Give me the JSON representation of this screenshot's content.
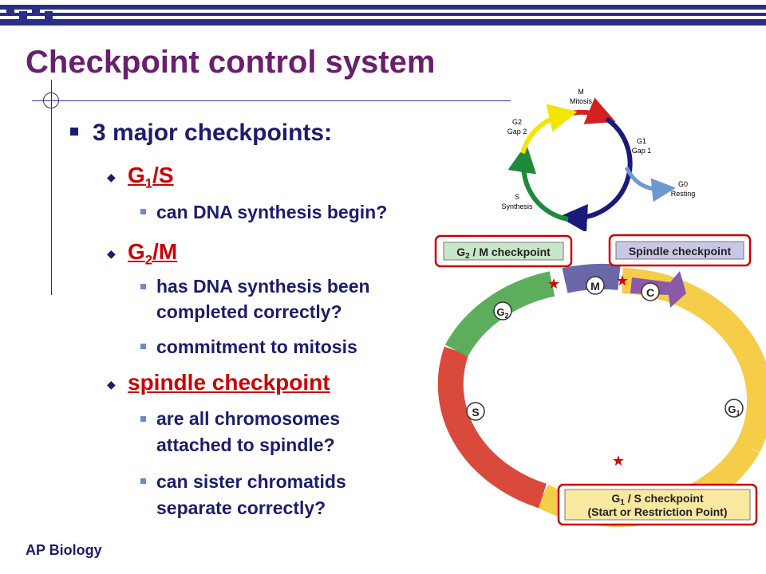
{
  "slide": {
    "title": "Checkpoint control system",
    "footer": "AP Biology"
  },
  "content": {
    "heading": "3 major checkpoints:",
    "items": [
      {
        "label_main": "G",
        "label_sub": "1",
        "label_rest": "/S",
        "details": [
          "can DNA synthesis begin?"
        ]
      },
      {
        "label_main": "G",
        "label_sub": "2",
        "label_rest": "/M",
        "details": [
          "has DNA synthesis been",
          "completed correctly?",
          "commitment to mitosis"
        ]
      },
      {
        "label": "spindle checkpoint",
        "details": [
          "are all chromosomes",
          "attached to spindle?",
          "can sister chromatids",
          "separate correctly?"
        ]
      }
    ]
  },
  "small_cycle": {
    "m_line1": "M",
    "m_line2": "Mitosis",
    "g2_line1": "G2",
    "g2_line2": "Gap 2",
    "g1_line1": "G1",
    "g1_line2": "Gap 1",
    "g0_line1": "G0",
    "g0_line2": "Resting",
    "s_line1": "S",
    "s_line2": "Synthesis"
  },
  "big_cycle": {
    "g2m_main": "G",
    "g2m_sub": "2",
    "g2m_rest": " / M checkpoint",
    "spindle": "Spindle checkpoint",
    "g1s_main": "G",
    "g1s_sub": "1",
    "g1s_rest": " / S checkpoint",
    "g1s_line2": "(Start or Restriction Point)",
    "phase_m": "M",
    "phase_c": "C",
    "phase_g2_main": "G",
    "phase_g2_sub": "2",
    "phase_s": "S",
    "phase_g1_main": "G",
    "phase_g1_sub": "1"
  },
  "colors": {
    "title": "#6a1f6e",
    "text": "#1c1c6e",
    "link": "#cc0000",
    "band": "#2a2f86",
    "checkpoint_border": "#cc0000"
  }
}
